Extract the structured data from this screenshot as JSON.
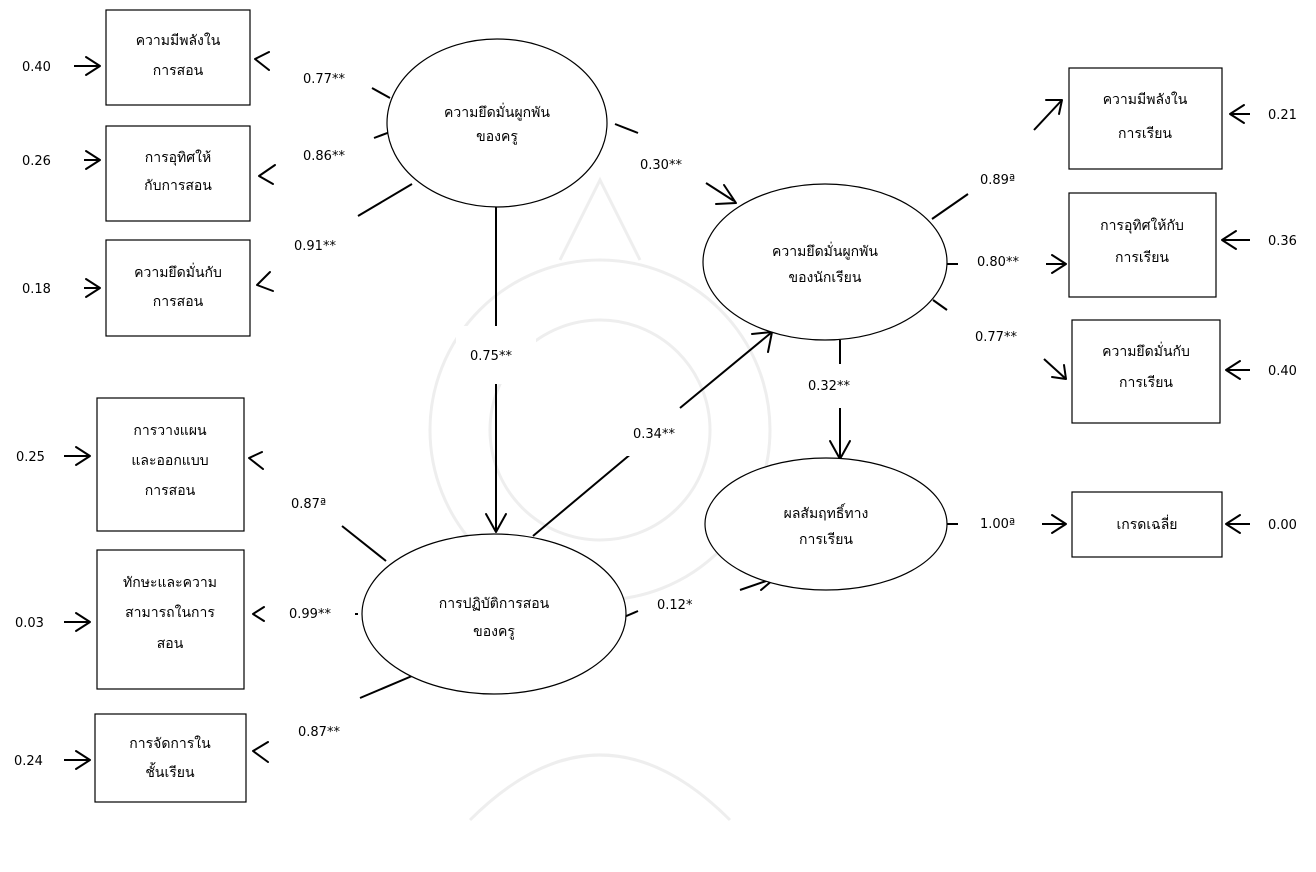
{
  "latent": {
    "teacher_engagement": [
      "ความยึดมั่นผูกพัน",
      "ของครู"
    ],
    "student_engagement": [
      "ความยึดมั่นผูกพัน",
      "ของนักเรียน"
    ],
    "teaching_practice": [
      "การปฏิบัติการสอน",
      "ของครู"
    ],
    "achievement": [
      "ผลสัมฤทธิ์ทาง",
      "การเรียน"
    ]
  },
  "indicators": {
    "t_vigor": [
      "ความมีพลังใน",
      "การสอน"
    ],
    "t_dedication": [
      "การอุทิศให้",
      "กับการสอน"
    ],
    "t_absorption": [
      "ความยึดมั่นกับ",
      "การสอน"
    ],
    "p_planning": [
      "การวางแผน",
      "และออกแบบ",
      "การสอน"
    ],
    "p_skills": [
      "ทักษะและความ",
      "สามารถในการ",
      "สอน"
    ],
    "p_classroom": [
      "การจัดการใน",
      "ชั้นเรียน"
    ],
    "s_vigor": [
      "ความมีพลังใน",
      "การเรียน"
    ],
    "s_dedication": [
      "การอุทิศให้กับ",
      "การเรียน"
    ],
    "s_absorption": [
      "ความยึดมั่นกับ",
      "การเรียน"
    ],
    "a_gpa": [
      "เกรดเฉลี่ย"
    ]
  },
  "loadings": {
    "t_vigor": "0.77**",
    "t_dedication": "0.86**",
    "t_absorption": "0.91**",
    "p_planning": "0.87ª",
    "p_skills": "0.99**",
    "p_classroom": "0.87**",
    "s_vigor": "0.89ª",
    "s_dedication": "0.80**",
    "s_absorption": "0.77**",
    "a_gpa": "1.00ª"
  },
  "errors": {
    "t_vigor": "0.40",
    "t_dedication": "0.26",
    "t_absorption": "0.18",
    "p_planning": "0.25",
    "p_skills": "0.03",
    "p_classroom": "0.24",
    "s_vigor": "0.21",
    "s_dedication": "0.36",
    "s_absorption": "0.40",
    "a_gpa": "0.00"
  },
  "paths": {
    "teacher_to_student": "0.30**",
    "teacher_to_practice": "0.75**",
    "practice_to_student": "0.34**",
    "student_to_achievement": "0.32**",
    "practice_to_achievement": "0.12*"
  }
}
